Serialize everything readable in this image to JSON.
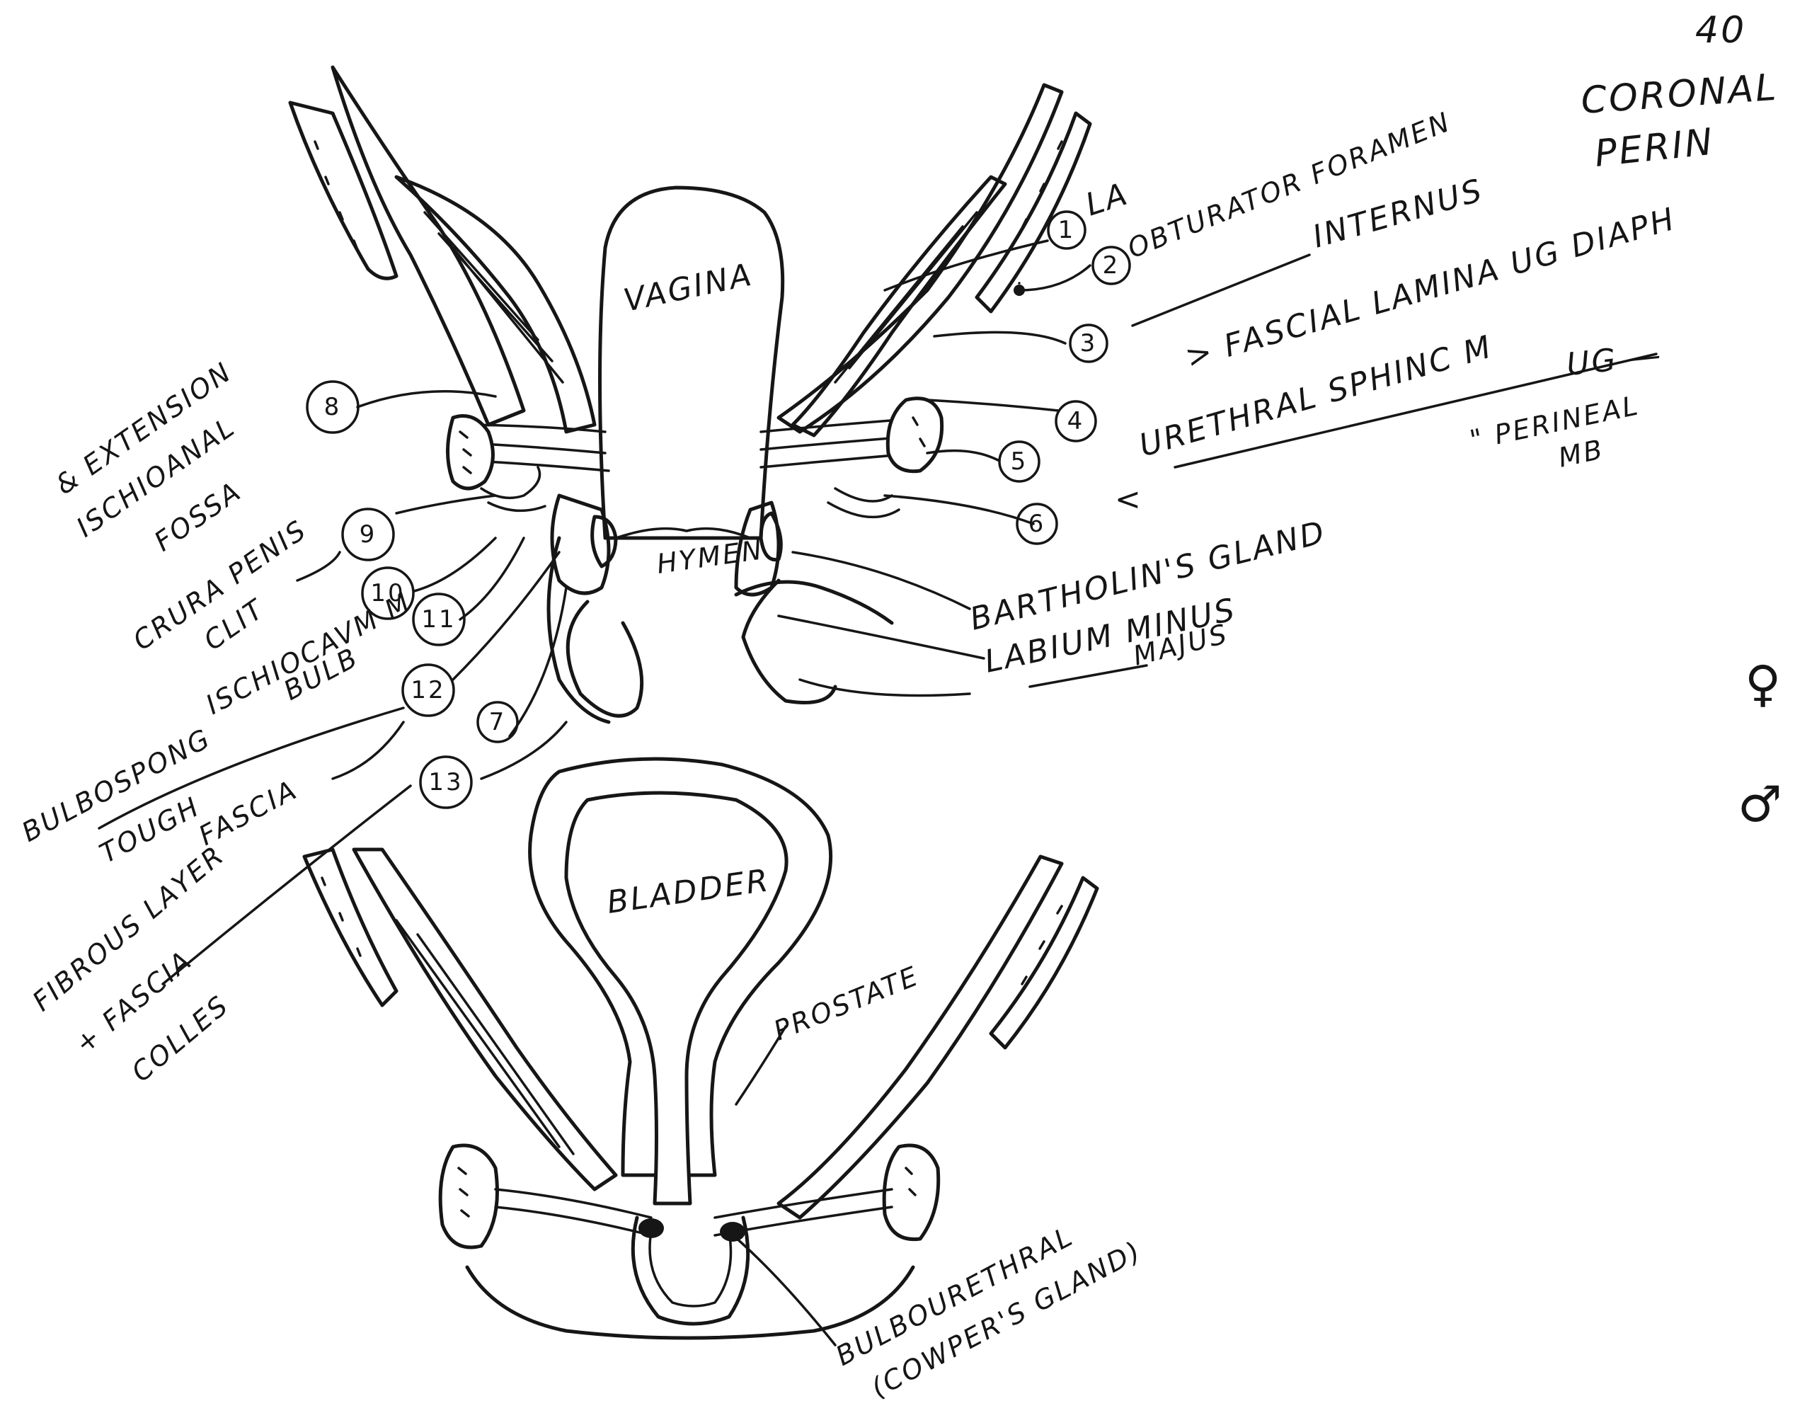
{
  "page": {
    "page_number": "40",
    "title_line1": "CORONAL",
    "title_line2": "PERIN",
    "symbol_female": "♀",
    "symbol_male": "♂"
  },
  "structures": {
    "vagina": "VAGINA",
    "hymen": "HYMEN",
    "bladder": "BLADDER"
  },
  "numbers": [
    "1",
    "2",
    "3",
    "4",
    "5",
    "6",
    "7",
    "8",
    "9",
    "10",
    "11",
    "12",
    "13"
  ],
  "labels": {
    "la": "LA",
    "obturator_foramen": "OBTURATOR FORAMEN",
    "internus": "INTERNUS",
    "fascial_lamina": "> FASCIAL LAMINA UG DIAPH",
    "urethral_sphincter": "URETHRAL SPHINC M",
    "ug": "UG —",
    "perineal_mb_1": "\" PERINEAL",
    "perineal_mb_2": "MB",
    "arrow_left": "<",
    "bartholin": "BARTHOLIN'S GLAND",
    "labium_line1": "LABIUM MINUS",
    "labium_line2": "MAJUS",
    "ext_ischio_1": "& EXTENSION",
    "ext_ischio_2": "ISCHIOANAL",
    "ext_ischio_3": "FOSSA",
    "crura_1": "CRURA PENIS",
    "crura_2": "CLIT",
    "ischiocavernosus_1": "ISCHIOCAVM M",
    "ischiocavernosus_2": "BULB",
    "bulbospongiosus": "BULBOSPONG",
    "tough_fascia_1": "TOUGH",
    "tough_fascia_2": "FASCIA",
    "fibrous_layer_1": "FIBROUS LAYER",
    "fibrous_layer_2": "+ FASCIA",
    "fibrous_layer_3": "COLLES",
    "prostate": "PROSTATE",
    "bulbourethral_1": "BULBOURETHRAL",
    "bulbourethral_2": "(COWPER'S GLAND)"
  },
  "colors": {
    "ink": "#161616",
    "paper": "#ffffff"
  }
}
